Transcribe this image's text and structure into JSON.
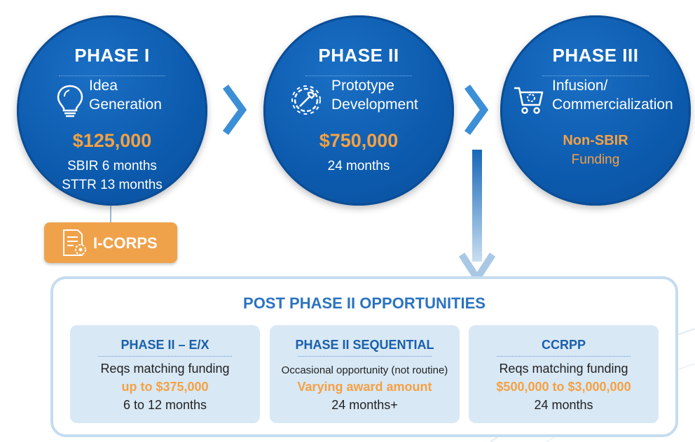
{
  "colors": {
    "circle_blue": "#0c5aad",
    "accent_orange": "#f5a142",
    "card_bg": "#d8e8f5",
    "title_blue": "#2a73c0"
  },
  "phases": [
    {
      "title": "PHASE I",
      "label_line1": "Idea",
      "label_line2": "Generation",
      "amount": "$125,000",
      "sub1": "SBIR 6 months",
      "sub2": "STTR 13 months",
      "icon": "lightbulb-icon"
    },
    {
      "title": "PHASE II",
      "label_line1": "Prototype",
      "label_line2": "Development",
      "amount": "$750,000",
      "sub1": "24 months",
      "icon": "gear-wrench-icon"
    },
    {
      "title": "PHASE III",
      "label_line1": "Infusion/",
      "label_line2": "Commercialization",
      "funding_line1": "Non-SBIR",
      "funding_line2": "Funding",
      "icon": "cart-gear-icon"
    }
  ],
  "icorps": {
    "label": "I-CORPS",
    "icon": "document-gear-icon"
  },
  "post": {
    "title": "POST PHASE II OPPORTUNITIES",
    "cards": [
      {
        "title": "PHASE II – E/X",
        "line1": "Reqs matching funding",
        "line2": "up to $375,000",
        "line3": "6 to 12 months"
      },
      {
        "title": "PHASE II SEQUENTIAL",
        "line1": "Occasional opportunity (not routine)",
        "line2": "Varying award amount",
        "line3": "24 months+"
      },
      {
        "title": "CCRPP",
        "line1": "Reqs matching funding",
        "line2": "$500,000 to $3,000,000",
        "line3": "24 months"
      }
    ]
  }
}
